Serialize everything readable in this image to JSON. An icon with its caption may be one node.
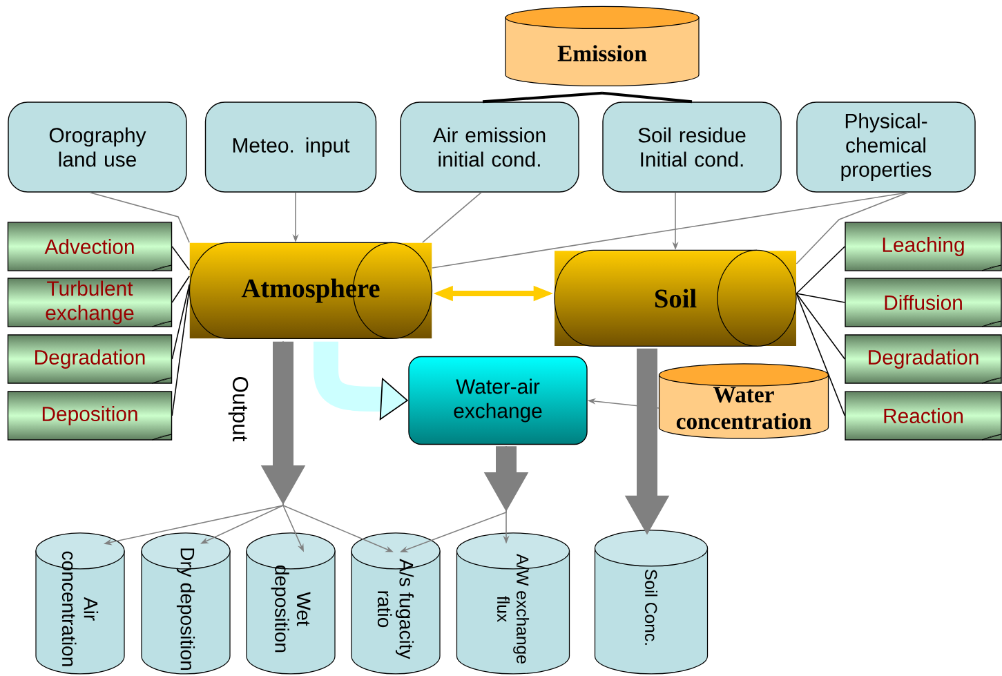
{
  "diagram": {
    "nodes": [
      {
        "text": [
          "Emission"
        ]
      },
      {
        "text": [
          "Orography land use"
        ]
      },
      {
        "text": [
          "Meteo. input"
        ]
      },
      {
        "text": [
          "Air emission initial cond."
        ]
      },
      {
        "text": [
          "Soil residue Initial cond."
        ]
      },
      {
        "text": [
          "Physical-chemical properties"
        ]
      },
      {
        "text": [
          "Advection"
        ]
      },
      {
        "text": [
          "Turbulent exchange"
        ]
      },
      {
        "text": [
          "Degradation"
        ]
      },
      {
        "text": [
          "Deposition"
        ]
      },
      {
        "text": [
          "Atmosphere"
        ]
      },
      {
        "text": [
          "Soil"
        ]
      },
      {
        "text": [
          "Leaching"
        ]
      },
      {
        "text": [
          "Diffusion"
        ]
      },
      {
        "text": [
          "Degradation"
        ]
      },
      {
        "text": [
          "Reaction"
        ]
      },
      {
        "text": [
          "Water-air exchange"
        ]
      },
      {
        "text": [
          "Water concentration"
        ]
      },
      {
        "text": [
          "Air concentration"
        ]
      },
      {
        "text": [
          "Dry deposition"
        ]
      },
      {
        "text": [
          "Wet deposition"
        ]
      },
      {
        "text": [
          "A/s fugacity ratio"
        ]
      },
      {
        "text": [
          "A/W exchange flux"
        ]
      },
      {
        "text": [
          "Soil Conc."
        ]
      }
    ],
    "edges": [
      {
        "from": 0,
        "to": 3,
        "arrow": "none",
        "style": "thick",
        "color": "#000000"
      },
      {
        "from": 0,
        "to": 4,
        "arrow": "none",
        "style": "thick",
        "color": "#000000"
      },
      {
        "from": 1,
        "to": 10,
        "arrow": "none"
      },
      {
        "from": 2,
        "to": 10,
        "arrow": "to"
      },
      {
        "from": 3,
        "to": 10,
        "arrow": "none"
      },
      {
        "from": 4,
        "to": 11,
        "arrow": "to"
      },
      {
        "from": 5,
        "to": 10,
        "arrow": "none"
      },
      {
        "from": 5,
        "to": 11,
        "arrow": "none"
      },
      {
        "from": 6,
        "to": 10,
        "arrow": "none",
        "color": "#000000"
      },
      {
        "from": 7,
        "to": 10,
        "arrow": "none",
        "color": "#000000"
      },
      {
        "from": 8,
        "to": 10,
        "arrow": "none",
        "color": "#000000"
      },
      {
        "from": 9,
        "to": 10,
        "arrow": "none",
        "color": "#000000"
      },
      {
        "from": 11,
        "to": 12,
        "arrow": "none",
        "color": "#000000"
      },
      {
        "from": 11,
        "to": 13,
        "arrow": "none",
        "color": "#000000"
      },
      {
        "from": 11,
        "to": 14,
        "arrow": "none",
        "color": "#000000"
      },
      {
        "from": 11,
        "to": 15,
        "arrow": "none",
        "color": "#000000"
      },
      {
        "from": 10,
        "to": 11,
        "arrow": "both",
        "style": "thick",
        "color": "#ffcc00"
      },
      {
        "from": 10,
        "to": 16,
        "arrow": "to",
        "style": "thick",
        "color": "#ccffff"
      },
      {
        "from": 17,
        "to": 16,
        "arrow": "to"
      },
      {
        "from": 10,
        "to": 18,
        "arrow": "to"
      },
      {
        "from": 10,
        "to": 19,
        "arrow": "to"
      },
      {
        "from": 10,
        "to": 20,
        "arrow": "to"
      },
      {
        "from": 10,
        "to": 21,
        "arrow": "to"
      },
      {
        "from": 16,
        "to": 21,
        "arrow": "to"
      },
      {
        "from": 16,
        "to": 22,
        "arrow": "to"
      },
      {
        "from": 11,
        "to": 23,
        "arrow": "to",
        "style": "thick"
      }
    ],
    "labels": [
      "Output"
    ]
  }
}
